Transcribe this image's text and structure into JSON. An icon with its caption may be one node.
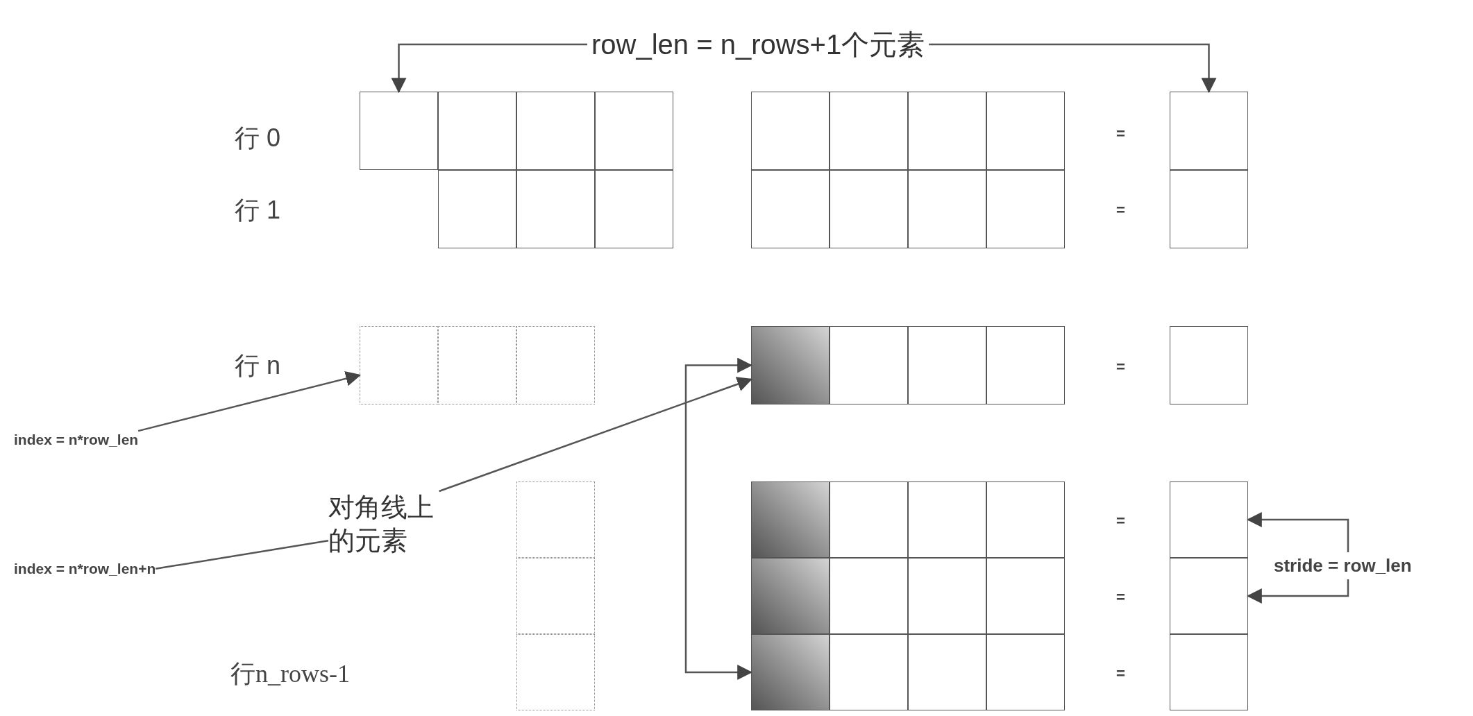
{
  "diagram": {
    "nodes": [
      {
        "text": [
          "row_len = n_rows+1个元素"
        ]
      },
      {
        "text": [],
        "shape": "box"
      },
      {
        "text": [],
        "shape": "box"
      },
      {
        "text": [],
        "shape": "box"
      },
      {
        "text": [],
        "shape": "box"
      },
      {
        "text": [],
        "shape": "box"
      },
      {
        "text": [],
        "shape": "box"
      },
      {
        "text": [],
        "shape": "box"
      },
      {
        "text": [],
        "shape": "box"
      },
      {
        "text": [],
        "shape": "box"
      },
      {
        "text": [],
        "shape": "box"
      },
      {
        "text": [],
        "shape": "box"
      },
      {
        "text": [],
        "shape": "box"
      },
      {
        "text": [],
        "shape": "box"
      },
      {
        "text": [],
        "shape": "box"
      },
      {
        "text": [],
        "shape": "box"
      },
      {
        "text": [],
        "shape": "box"
      },
      {
        "text": [],
        "shape": "box"
      },
      {
        "text": [],
        "shape": "box"
      },
      {
        "text": [],
        "shape": "box"
      },
      {
        "text": [],
        "shape": "box"
      },
      {
        "text": [],
        "shape": "box"
      },
      {
        "text": [],
        "shape": "box"
      },
      {
        "text": [],
        "shape": "box"
      },
      {
        "text": [],
        "shape": "box"
      },
      {
        "text": [],
        "shape": "box"
      },
      {
        "text": [
          "index = n*row_len"
        ]
      },
      {
        "text": [
          "对角线上的元素"
        ]
      },
      {
        "text": [
          "index = n*row_len+n"
        ]
      },
      {
        "text": [],
        "shape": "box"
      },
      {
        "text": [],
        "shape": "box"
      },
      {
        "text": [],
        "shape": "box"
      },
      {
        "text": [],
        "shape": "box"
      },
      {
        "text": [],
        "shape": "box"
      },
      {
        "text": [],
        "shape": "box"
      },
      {
        "text": [
          "stride = row_len"
        ]
      },
      {
        "text": [],
        "shape": "box"
      },
      {
        "text": [],
        "shape": "box"
      },
      {
        "text": [],
        "shape": "box"
      },
      {
        "text": [],
        "shape": "box"
      },
      {
        "text": [],
        "shape": "box"
      },
      {
        "text": [],
        "shape": "box"
      },
      {
        "text": [],
        "shape": "box"
      },
      {
        "text": [],
        "shape": "box"
      },
      {
        "text": [],
        "shape": "box"
      },
      {
        "text": [],
        "shape": "box"
      },
      {
        "text": [],
        "shape": "box"
      },
      {
        "text": [],
        "shape": "box"
      }
    ],
    "edges": [
      {
        "from": 0,
        "to": 1,
        "arrow": "to"
      },
      {
        "from": 0,
        "to": 9,
        "arrow": "to"
      },
      {
        "from": 26,
        "to": 18,
        "arrow": "to"
      },
      {
        "from": 27,
        "to": 21,
        "arrow": "to"
      },
      {
        "from": 28,
        "to": 27,
        "arrow": "none"
      },
      {
        "from": 21,
        "to": 43,
        "arrow": "both"
      },
      {
        "from": 35,
        "to": 34,
        "arrow": "to"
      },
      {
        "from": 35,
        "to": 41,
        "arrow": "to"
      }
    ],
    "labels": [
      "行 0",
      "=",
      "行 1",
      "=",
      "行 n",
      "=",
      "=",
      "=",
      "行n_rows-1",
      "="
    ]
  }
}
